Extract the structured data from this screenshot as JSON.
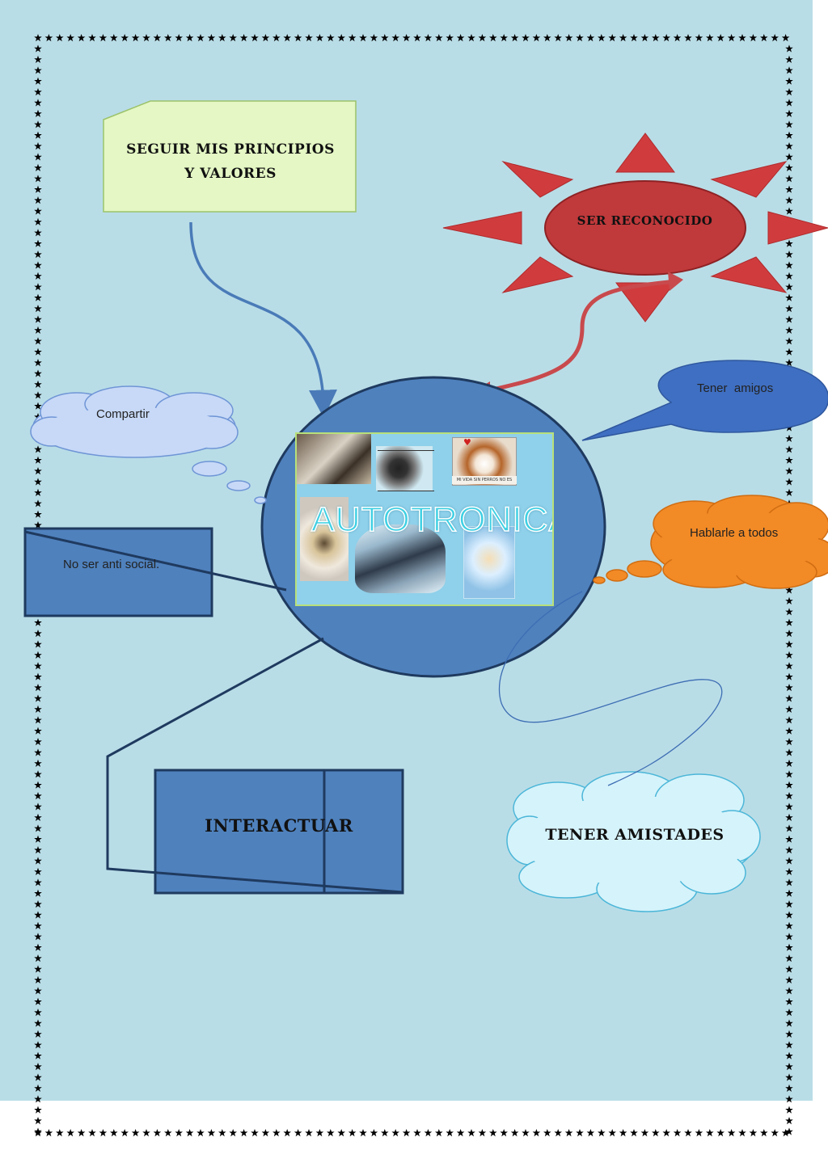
{
  "nodes": {
    "principios": "Seguir mis principios y valores",
    "reconocido": "Ser reconocido",
    "tener_amigos": "Tener  amigos",
    "compartir": "Compartir",
    "hablarle": "Hablarle a todos",
    "no_antisocial": "No ser anti social.",
    "interactuar": "Interactuar",
    "tener_amistades": "Tener amistades"
  },
  "center_image": {
    "title": "AUTOTRONICA",
    "caption": "MI VIDA SIN PERROS NO ES"
  },
  "colors": {
    "background": "#b9dde7",
    "circle_fill": "#4f81bd",
    "circle_stroke": "#1f3a5f",
    "sun_rays": "#d03c3e",
    "oval_red": "#c0393b",
    "note_fill": "#e4f7c4",
    "cloud_orange": "#f28a26",
    "cloud_light": "#d5f3fb",
    "cloud_blue_light": "#c7d9f7",
    "border_stars": "#000000"
  }
}
